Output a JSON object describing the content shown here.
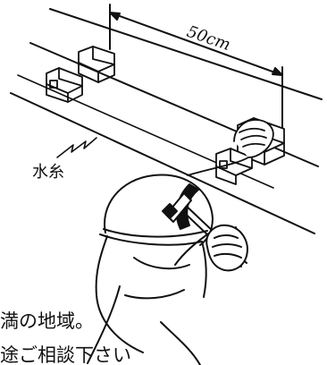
{
  "figure": {
    "dimension_label": "50cm",
    "callout_label": "水糸",
    "body_text_lines": [
      "満の地域。",
      "途ご相談下さい"
    ],
    "ink_color": "#111111",
    "paper_color": "#ffffff"
  }
}
